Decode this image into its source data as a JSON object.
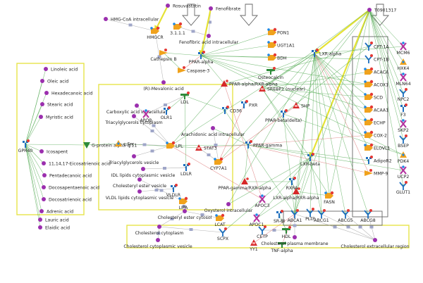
{
  "colors": {
    "edge_green": "#4fa84f",
    "edge_red": "#d86a6a",
    "edge_gray": "#9a9a9a",
    "edge_yellow": "#e4e02a",
    "box_yellow": "#e6e34a",
    "box_gray": "#666666"
  },
  "nodes": [
    {
      "id": "rosuvastatin",
      "label": "Rosuvastatin",
      "icon": "compound-icon"
    },
    {
      "id": "hmgcoa",
      "label": "HMG-CoA intracellular",
      "icon": "compound-icon"
    },
    {
      "id": "hmgcr",
      "label": "HMGCR",
      "icon": "enzyme-icon"
    },
    {
      "id": "fenofibrate",
      "label": "Fenofibrate",
      "icon": "compound-icon"
    },
    {
      "id": "enzyme3111",
      "label": "3.1.1.1",
      "icon": "enzyme-icon"
    },
    {
      "id": "fenofibric",
      "label": "Fenofibric acid intracellular",
      "icon": "compound-icon"
    },
    {
      "id": "cathepsinb",
      "label": "Cathepsin B",
      "icon": "protease-icon"
    },
    {
      "id": "pparalpha",
      "label": "PPAR-alpha",
      "icon": "receptor-icon"
    },
    {
      "id": "pon1",
      "label": "PON1",
      "icon": "enzyme-icon"
    },
    {
      "id": "ugt1a1",
      "label": "UGT1A1",
      "icon": "enzyme-icon"
    },
    {
      "id": "bdh",
      "label": "BDH",
      "icon": "enzyme-icon"
    },
    {
      "id": "osteocalcin",
      "label": "Osteocalcin",
      "icon": "binding-icon"
    },
    {
      "id": "t0901317",
      "label": "T0901317",
      "icon": "compound-icon"
    },
    {
      "id": "lxralpha",
      "label": "LXR-alpha",
      "icon": "receptor-icon"
    },
    {
      "id": "caspase3",
      "label": "Caspase-3",
      "icon": "protease-icon"
    },
    {
      "id": "mevalonic",
      "label": "(R)-Mevalonic acid",
      "icon": "compound-icon"
    },
    {
      "id": "ppar_rxr",
      "label": "PPAR-alpha/RXR-alpha",
      "icon": "complex-icon"
    },
    {
      "id": "srebp1",
      "label": "SREBP1 (nuclear)",
      "icon": "tf-icon"
    },
    {
      "id": "shp",
      "label": "SHP",
      "icon": "tf-icon"
    },
    {
      "id": "carboxylic",
      "label": "Carboxylic acid intracellular",
      "icon": "compound-icon"
    },
    {
      "id": "apob",
      "label": "APOB",
      "icon": "protein-icon"
    },
    {
      "id": "ldl",
      "label": "LDL",
      "icon": "binding-icon"
    },
    {
      "id": "olr1",
      "label": "OLR1",
      "icon": "receptor-icon"
    },
    {
      "id": "cd36",
      "label": "CD36",
      "icon": "receptor-icon"
    },
    {
      "id": "pxr",
      "label": "PXR",
      "icon": "receptor-icon"
    },
    {
      "id": "ppar_bd",
      "label": "PPAR-beta(delta)",
      "icon": "receptor-icon"
    },
    {
      "id": "tg_cyto",
      "label": "Triacylglycerols cytoplasm",
      "icon": "compound-icon"
    },
    {
      "id": "arachidonic",
      "label": "Arachidonic acid intracellular",
      "icon": "compound-icon"
    },
    {
      "id": "linoleic",
      "label": "Linoleic acid",
      "icon": "compound-icon"
    },
    {
      "id": "oleic",
      "label": "Oleic acid",
      "icon": "compound-icon"
    },
    {
      "id": "hexadecanoic",
      "label": "Hexadecanoic acid",
      "icon": "compound-icon"
    },
    {
      "id": "stearic",
      "label": "Stearic acid",
      "icon": "compound-icon"
    },
    {
      "id": "myristic",
      "label": "Myristic acid",
      "icon": "compound-icon"
    },
    {
      "id": "gpr40",
      "label": "GPR40",
      "icon": "receptor-icon"
    },
    {
      "id": "gprotein",
      "label": "G-protein alpha-q/11",
      "icon": "gprotein-icon"
    },
    {
      "id": "csrc",
      "label": "c-Src",
      "icon": "kinase-icon"
    },
    {
      "id": "lpl",
      "label": "LPL",
      "icon": "enzyme-icon"
    },
    {
      "id": "stat3",
      "label": "STAT3",
      "icon": "tf-icon"
    },
    {
      "id": "pparg",
      "label": "PPAR-gamma",
      "icon": "receptor-icon"
    },
    {
      "id": "icosapent",
      "label": "Icosapent",
      "icon": "compound-icon"
    },
    {
      "id": "eicosatrienoic",
      "label": "11,14,17-Eicosatrienoic acid",
      "icon": "compound-icon"
    },
    {
      "id": "pentadecanoic",
      "label": "Pentadecanoic acid",
      "icon": "compound-icon"
    },
    {
      "id": "docosapentaenoic",
      "label": "Docosapentaenoic acid",
      "icon": "compound-icon"
    },
    {
      "id": "docosatrienoic",
      "label": "Docosatrienoic acid",
      "icon": "compound-icon"
    },
    {
      "id": "adrenic",
      "label": "Adrenic acid",
      "icon": "compound-icon"
    },
    {
      "id": "lauric",
      "label": "Lauric acid",
      "icon": "compound-icon"
    },
    {
      "id": "elaidic",
      "label": "Elaidic acid",
      "icon": "compound-icon"
    },
    {
      "id": "tg_vesicle",
      "label": "Triacylglycerols vesicle",
      "icon": "compound-icon"
    },
    {
      "id": "cyp7a1",
      "label": "CYP7A1",
      "icon": "enzyme-icon"
    },
    {
      "id": "idl",
      "label": "IDL lipids cytoplasmic vesicle",
      "icon": "compound-icon"
    },
    {
      "id": "ldlr",
      "label": "LDLR",
      "icon": "receptor-icon"
    },
    {
      "id": "lxrbeta",
      "label": "LXR-beta",
      "icon": "receptor-icon"
    },
    {
      "id": "ce_vesicle",
      "label": "Cholesteryl ester vesicle",
      "icon": "compound-icon"
    },
    {
      "id": "vldlr",
      "label": "VLDLR",
      "icon": "receptor-icon"
    },
    {
      "id": "pparg_rxr",
      "label": "PPAR-gamma/RXR-alpha",
      "icon": "complex-icon"
    },
    {
      "id": "rxra",
      "label": "RXRA",
      "icon": "receptor-icon"
    },
    {
      "id": "lxr_rxr",
      "label": "LXR-alpha/RXR-alpha",
      "icon": "complex-icon"
    },
    {
      "id": "fasn",
      "label": "FASN",
      "icon": "enzyme-icon"
    },
    {
      "id": "vldl",
      "label": "VLDL lipids cytoplasmic vesicle",
      "icon": "compound-icon"
    },
    {
      "id": "lipa",
      "label": "LIPA",
      "icon": "enzyme-icon"
    },
    {
      "id": "oxysterol",
      "label": "Oxysterol intracellular",
      "icon": "compound-icon"
    },
    {
      "id": "apoc3",
      "label": "APOC3",
      "icon": "protein-icon"
    },
    {
      "id": "ce_cytosol",
      "label": "Cholesteryl ester cytosol",
      "icon": "compound-icon"
    },
    {
      "id": "lcat",
      "label": "LCAT",
      "icon": "enzyme-icon"
    },
    {
      "id": "apoc1",
      "label": "APOC1",
      "icon": "protein-icon"
    },
    {
      "id": "srbi",
      "label": "SR-BI",
      "icon": "receptor-icon"
    },
    {
      "id": "pltp",
      "label": "PLTP",
      "icon": "transporter-icon"
    },
    {
      "id": "chol_cyto",
      "label": "Cholesterol cytoplasm",
      "icon": "compound-icon"
    },
    {
      "id": "scpx",
      "label": "SCPX",
      "icon": "transporter-icon"
    },
    {
      "id": "cetp",
      "label": "CETP",
      "icon": "transporter-icon"
    },
    {
      "id": "hdl",
      "label": "HDL",
      "icon": "binding-icon"
    },
    {
      "id": "yy1",
      "label": "YY1",
      "icon": "tf-icon"
    },
    {
      "id": "tnfa",
      "label": "TNF-alpha",
      "icon": "ligand-icon"
    },
    {
      "id": "abca1",
      "label": "ABCA1",
      "icon": "transporter-icon"
    },
    {
      "id": "abcg1",
      "label": "ABCG1",
      "icon": "transporter-icon"
    },
    {
      "id": "abcg5",
      "label": "ABCG5",
      "icon": "transporter-icon"
    },
    {
      "id": "abcg8",
      "label": "ABCG8",
      "icon": "transporter-icon"
    },
    {
      "id": "chol_vesicle",
      "label": "Cholesterol cytoplasmic vesicle",
      "icon": "compound-icon"
    },
    {
      "id": "chol_pm",
      "label": "Cholesterol plasma membrane",
      "icon": "compound-icon"
    },
    {
      "id": "chol_extra",
      "label": "Cholesterol extracellular region",
      "icon": "compound-icon"
    },
    {
      "id": "cpt1a",
      "label": "CPT-1A",
      "icon": "transporter-icon"
    },
    {
      "id": "cpt1b",
      "label": "CPT-1B",
      "icon": "transporter-icon"
    },
    {
      "id": "acaca",
      "label": "ACACA",
      "icon": "enzyme-icon"
    },
    {
      "id": "acox1",
      "label": "ACOX1",
      "icon": "enzyme-icon"
    },
    {
      "id": "scd",
      "label": "SCD",
      "icon": "enzyme-icon"
    },
    {
      "id": "acaa1",
      "label": "ACAA1",
      "icon": "enzyme-icon"
    },
    {
      "id": "echp",
      "label": "ECHP",
      "icon": "enzyme-icon"
    },
    {
      "id": "cox2",
      "label": "COX-2",
      "icon": "enzyme-icon"
    },
    {
      "id": "elovl1",
      "label": "ELOVL1",
      "icon": "enzyme-icon"
    },
    {
      "id": "adipor2",
      "label": "AdipoR2",
      "icon": "receptor-icon"
    },
    {
      "id": "mmp9",
      "label": "MMP-9",
      "icon": "protease-icon"
    },
    {
      "id": "mcm6",
      "label": "MCM6",
      "icon": "generic-protein-icon"
    },
    {
      "id": "hxk4",
      "label": "HXK4",
      "icon": "kinase-icon"
    },
    {
      "id": "mln64",
      "label": "MLN64",
      "icon": "generic-protein-icon"
    },
    {
      "id": "npc2",
      "label": "NPC2",
      "icon": "transporter-icon"
    },
    {
      "id": "f3",
      "label": "F3",
      "icon": "receptor-icon"
    },
    {
      "id": "skp2",
      "label": "SKP2",
      "icon": "generic-protein-icon"
    },
    {
      "id": "bsep",
      "label": "BSEP",
      "icon": "transporter-icon"
    },
    {
      "id": "pdk4",
      "label": "PDK4",
      "icon": "kinase-icon"
    },
    {
      "id": "ucp2",
      "label": "UCP2",
      "icon": "generic-protein-icon"
    },
    {
      "id": "glut1",
      "label": "GLUT1",
      "icon": "transporter-icon"
    }
  ],
  "edges": [
    [
      "fenofibrate",
      "fenofibric",
      "gray"
    ],
    [
      "enzyme3111",
      "fenofibric",
      "gray"
    ],
    [
      "fenofibric",
      "pparalpha",
      "green"
    ],
    [
      "rosuvastatin",
      "hmgcr",
      "yellow"
    ],
    [
      "hmgcoa",
      "hmgcr",
      "gray"
    ],
    [
      "hmgcr",
      "mevalonic",
      "gray"
    ],
    [
      "pparalpha",
      "pon1",
      "green"
    ],
    [
      "pparalpha",
      "ugt1a1",
      "green"
    ],
    [
      "pparalpha",
      "bdh",
      "green"
    ],
    [
      "pparalpha",
      "cathepsinb",
      "green"
    ],
    [
      "pparalpha",
      "caspase3",
      "red"
    ],
    [
      "pparalpha",
      "ppar_rxr",
      "green"
    ],
    [
      "cathepsinb",
      "caspase3",
      "green"
    ],
    [
      "fenofibrate",
      "pparalpha",
      "yellow"
    ],
    [
      "t0901317",
      "lxralpha",
      "yellow"
    ],
    [
      "t0901317",
      "lxrbeta",
      "yellow"
    ],
    [
      "t0901317",
      "cpt1a",
      "green"
    ],
    [
      "t0901317",
      "srebp1",
      "green"
    ],
    [
      "t0901317",
      "shp",
      "green"
    ],
    [
      "t0901317",
      "mcm6",
      "green"
    ],
    [
      "t0901317",
      "abca1",
      "green"
    ],
    [
      "t0901317",
      "fasn",
      "green"
    ],
    [
      "t0901317",
      "pparg",
      "green"
    ],
    [
      "lxralpha",
      "srebp1",
      "green"
    ],
    [
      "lxralpha",
      "abca1",
      "green"
    ],
    [
      "lxralpha",
      "abcg1",
      "green"
    ],
    [
      "lxralpha",
      "abcg5",
      "green"
    ],
    [
      "lxralpha",
      "abcg8",
      "green"
    ],
    [
      "lxralpha",
      "lxr_rxr",
      "green"
    ],
    [
      "lxralpha",
      "cyp7a1",
      "green"
    ],
    [
      "lxralpha",
      "osteocalcin",
      "green"
    ],
    [
      "lxralpha",
      "scd",
      "green"
    ],
    [
      "lxralpha",
      "fasn",
      "green"
    ],
    [
      "lxralpha",
      "lpl",
      "green"
    ],
    [
      "lxralpha",
      "pltp",
      "green"
    ],
    [
      "lxrbeta",
      "abca1",
      "green"
    ],
    [
      "lxrbeta",
      "abcg1",
      "green"
    ],
    [
      "lxrbeta",
      "srebp1",
      "green"
    ],
    [
      "lxrbeta",
      "lxr_rxr",
      "green"
    ],
    [
      "lxrbeta",
      "apoc1",
      "green"
    ],
    [
      "lxrbeta",
      "scpx",
      "green"
    ],
    [
      "shp",
      "cyp7a1",
      "red"
    ],
    [
      "srebp1",
      "fasn",
      "green"
    ],
    [
      "srebp1",
      "scd",
      "green"
    ],
    [
      "srebp1",
      "acaca",
      "green"
    ],
    [
      "ppar_rxr",
      "cpt1a",
      "green"
    ],
    [
      "ppar_rxr",
      "acox1",
      "green"
    ],
    [
      "ppar_rxr",
      "apoc3",
      "red"
    ],
    [
      "ppar_rxr",
      "lpl",
      "green"
    ],
    [
      "pparalpha",
      "cpt1b",
      "green"
    ],
    [
      "pparalpha",
      "pdk4",
      "green"
    ],
    [
      "pparg",
      "cd36",
      "green"
    ],
    [
      "pparg",
      "lpl",
      "green"
    ],
    [
      "pparg",
      "abca1",
      "green"
    ],
    [
      "pparg",
      "pparg_rxr",
      "green"
    ],
    [
      "pparg",
      "stat3",
      "red"
    ],
    [
      "pparg",
      "cox2",
      "red"
    ],
    [
      "pparg",
      "adipor2",
      "green"
    ],
    [
      "pparg",
      "mmp9",
      "red"
    ],
    [
      "pparg",
      "ucp2",
      "green"
    ],
    [
      "ppar_bd",
      "pdk4",
      "green"
    ],
    [
      "ppar_bd",
      "cpt1a",
      "green"
    ],
    [
      "ppar_bd",
      "abca1",
      "green"
    ],
    [
      "pxr",
      "cyp7a1",
      "red"
    ],
    [
      "rxra",
      "lxr_rxr",
      "green"
    ],
    [
      "rxra",
      "pparg_rxr",
      "green"
    ],
    [
      "lxr_rxr",
      "abca1",
      "green"
    ],
    [
      "lxr_rxr",
      "apoc1",
      "green"
    ],
    [
      "lxr_rxr",
      "fasn",
      "green"
    ],
    [
      "linoleic",
      "gpr40",
      "green"
    ],
    [
      "oleic",
      "gpr40",
      "green"
    ],
    [
      "hexadecanoic",
      "gpr40",
      "green"
    ],
    [
      "stearic",
      "gpr40",
      "green"
    ],
    [
      "myristic",
      "gpr40",
      "green"
    ],
    [
      "icosapent",
      "gpr40",
      "green"
    ],
    [
      "eicosatrienoic",
      "gpr40",
      "green"
    ],
    [
      "pentadecanoic",
      "gpr40",
      "green"
    ],
    [
      "docosapentaenoic",
      "gpr40",
      "green"
    ],
    [
      "docosatrienoic",
      "gpr40",
      "green"
    ],
    [
      "adrenic",
      "gpr40",
      "green"
    ],
    [
      "lauric",
      "gpr40",
      "green"
    ],
    [
      "elaidic",
      "gpr40",
      "green"
    ],
    [
      "gpr40",
      "gprotein",
      "green"
    ],
    [
      "gprotein",
      "csrc",
      "green"
    ],
    [
      "csrc",
      "stat3",
      "green"
    ],
    [
      "csrc",
      "lpl",
      "gray"
    ],
    [
      "tg_cyto",
      "lpl",
      "gray"
    ],
    [
      "tg_vesicle",
      "lpl",
      "gray"
    ],
    [
      "lpl",
      "carboxylic",
      "gray"
    ],
    [
      "apob",
      "ldl",
      "gray"
    ],
    [
      "ldl",
      "olr1",
      "green"
    ],
    [
      "ldl",
      "ldlr",
      "green"
    ],
    [
      "ldl",
      "cd36",
      "green"
    ],
    [
      "idl",
      "ldlr",
      "gray"
    ],
    [
      "vldl",
      "vldlr",
      "gray"
    ],
    [
      "ce_vesicle",
      "lipa",
      "gray"
    ],
    [
      "lipa",
      "ce_cytosol",
      "gray"
    ],
    [
      "oxysterol",
      "lxralpha",
      "green"
    ],
    [
      "oxysterol",
      "lxrbeta",
      "green"
    ],
    [
      "ce_cytosol",
      "chol_cyto",
      "gray"
    ],
    [
      "lcat",
      "ce_cytosol",
      "gray"
    ],
    [
      "chol_cyto",
      "scpx",
      "gray"
    ],
    [
      "chol_cyto",
      "chol_vesicle",
      "gray"
    ],
    [
      "chol_pm",
      "abca1",
      "gray"
    ],
    [
      "abca1",
      "chol_extra",
      "gray"
    ],
    [
      "abcg1",
      "chol_extra",
      "gray"
    ],
    [
      "abcg5",
      "chol_extra",
      "gray"
    ],
    [
      "abcg8",
      "chol_extra",
      "gray"
    ],
    [
      "hdl",
      "srbi",
      "green"
    ],
    [
      "cetp",
      "hdl",
      "gray"
    ],
    [
      "yy1",
      "abca1",
      "red"
    ],
    [
      "tnfa",
      "abca1",
      "red"
    ],
    [
      "apoc3",
      "lpl",
      "red"
    ],
    [
      "arachidonic",
      "pparg",
      "green"
    ],
    [
      "arachidonic",
      "cyp7a1",
      "gray"
    ],
    [
      "stat3",
      "cyp7a1",
      "gray"
    ],
    [
      "t0901317",
      "hxk4",
      "green"
    ],
    [
      "t0901317",
      "mln64",
      "green"
    ],
    [
      "t0901317",
      "npc2",
      "green"
    ],
    [
      "t0901317",
      "f3",
      "green"
    ],
    [
      "t0901317",
      "skp2",
      "green"
    ],
    [
      "t0901317",
      "bsep",
      "green"
    ],
    [
      "t0901317",
      "glut1",
      "green"
    ],
    [
      "lxralpha",
      "mcm6",
      "green"
    ],
    [
      "lxralpha",
      "acaa1",
      "green"
    ],
    [
      "lxralpha",
      "echp",
      "green"
    ],
    [
      "lxralpha",
      "elovl1",
      "green"
    ],
    [
      "lxralpha",
      "cox2",
      "red"
    ],
    [
      "lxralpha",
      "mmp9",
      "red"
    ],
    [
      "pparalpha",
      "acaa1",
      "green"
    ],
    [
      "pparalpha",
      "echp",
      "green"
    ],
    [
      "pparalpha",
      "acox1",
      "green"
    ]
  ]
}
